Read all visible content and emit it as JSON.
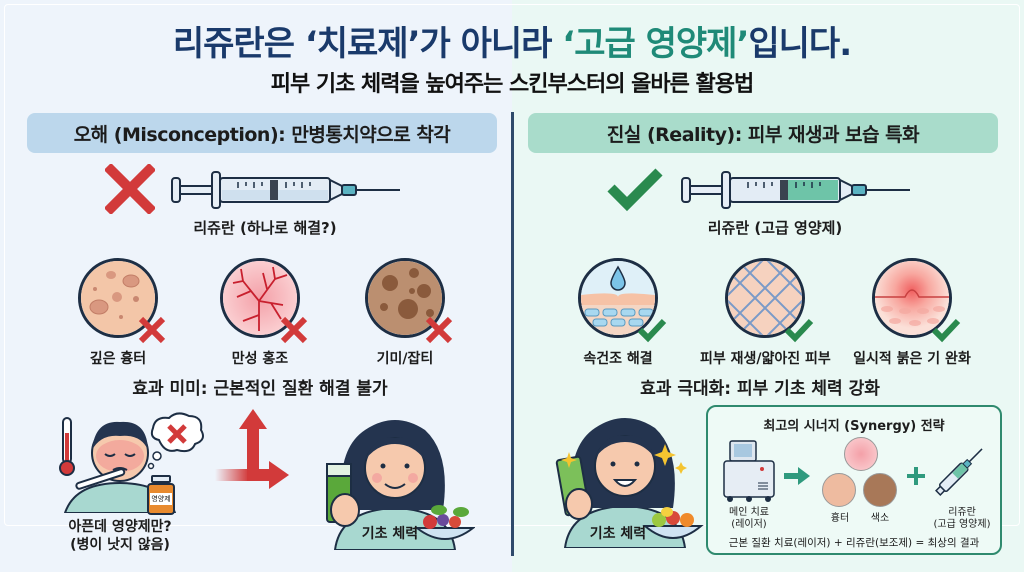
{
  "header": {
    "title_part1": "리쥬란은 ‘치료제’가 아니라 ",
    "title_accent": "‘고급 영양제’",
    "title_part2": "입니다.",
    "subtitle": "피부 기초 체력을 높여주는 스킨부스터의 올바른 활용법"
  },
  "colors": {
    "title_navy": "#1a3a6b",
    "title_accent_teal": "#1f8a78",
    "misconception_header_bg": "#bcd7ec",
    "reality_header_bg": "#a9dccb",
    "x_red": "#d23a3a",
    "check_green": "#2a8a4e"
  },
  "left_panel": {
    "header": "오해 (Misconception): 만병통치약으로 착각",
    "status_icon": "x-mark-icon",
    "syringe_caption": "리쥬란 (하나로 해결?)",
    "conditions": [
      {
        "label": "깊은 흉터",
        "icon": "deep-scar-skin-icon",
        "status": "x"
      },
      {
        "label": "만성 홍조",
        "icon": "chronic-redness-skin-icon",
        "status": "x"
      },
      {
        "label": "기미/잡티",
        "icon": "pigmentation-skin-icon",
        "status": "x"
      }
    ],
    "effect": "효과 미미: 근본적인 질환 해결 불가",
    "sick_person_caption_line1": "아픈데 영양제만?",
    "sick_person_caption_line2": "(병이 낫지 않음)",
    "supplement_bottle_label": "영양제",
    "healthy_person_label": "기초 체력"
  },
  "right_panel": {
    "header": "진실 (Reality): 피부 재생과 보습 특화",
    "status_icon": "check-mark-icon",
    "syringe_caption": "리쥬란 (고급 영양제)",
    "benefits": [
      {
        "label": "속건조 해결",
        "icon": "hydration-skin-icon",
        "status": "check"
      },
      {
        "label": "피부 재생/얇아진 피부",
        "icon": "regeneration-mesh-icon",
        "status": "check"
      },
      {
        "label": "일시적 붉은 기 완화",
        "icon": "redness-relief-icon",
        "status": "check"
      }
    ],
    "effect": "효과 극대화: 피부 기초 체력 강화",
    "healthy_person_label": "기초 체력",
    "synergy": {
      "title": "최고의 시너지 (Synergy) 전략",
      "main_treatment_line1": "메인 치료",
      "main_treatment_line2": "(레이저)",
      "scar_label": "흉터",
      "pigment_label": "색소",
      "rejuran_line1": "리쥬란",
      "rejuran_line2": "(고급 영양제)",
      "formula": "근본 질환 치료(레이저) + 리쥬란(보조제) = 최상의 결과"
    }
  }
}
